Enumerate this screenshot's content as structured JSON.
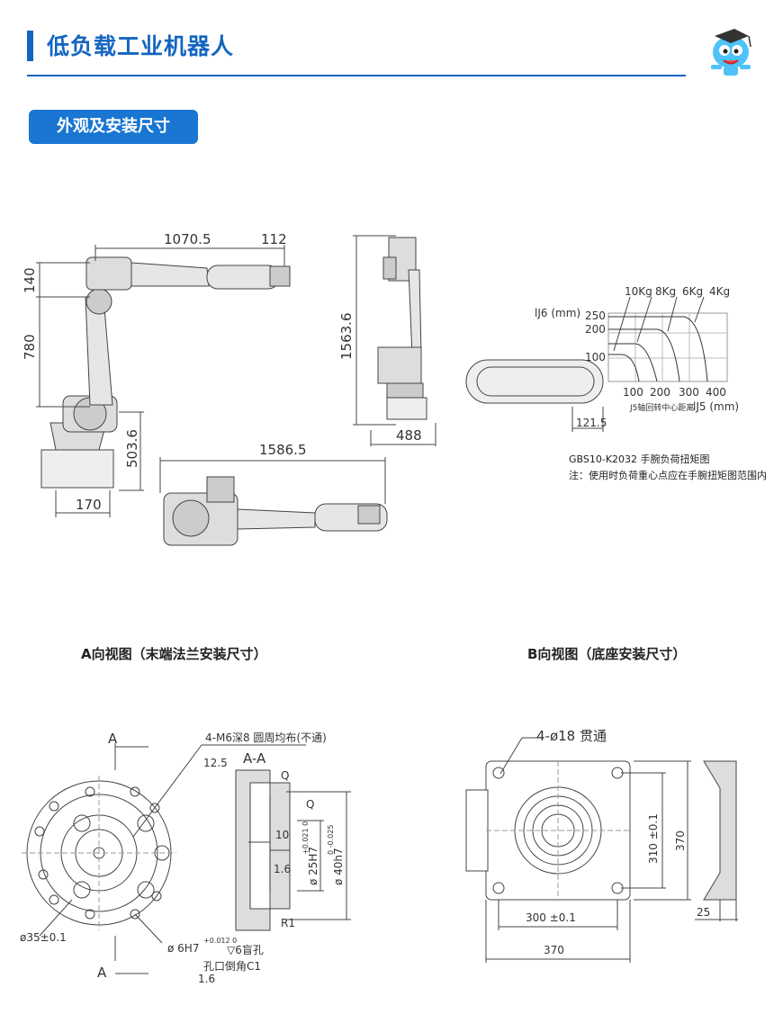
{
  "header": {
    "title": "低负载工业机器人",
    "accent": "#1565c0"
  },
  "section": {
    "label": "外观及安装尺寸",
    "color": "#1976d2"
  },
  "robot_dims": {
    "reach": "1070.5",
    "wrist": "112",
    "d140": "140",
    "d780": "780",
    "height": "1563.6",
    "base_h": "503.6",
    "base_w": "170",
    "top_len": "1586.5",
    "depth": "488"
  },
  "torque": {
    "y_label": "lJ6 (mm)",
    "y_ticks": [
      "250",
      "200",
      "100"
    ],
    "x_ticks": [
      "100",
      "200",
      "300",
      "400"
    ],
    "x_label": "lJ5 (mm)",
    "x_caption": "J5轴回转中心距离",
    "loads": [
      "10Kg",
      "8Kg",
      "6Kg",
      "4Kg"
    ],
    "offset": "121.5",
    "model_title": "GBS10-K2032 手腕负荷扭矩图",
    "note": "注：使用时负荷重心点应在手腕扭矩图范围内"
  },
  "view_a": {
    "caption": "A向视图（末端法兰安装尺寸）",
    "label_a": "A",
    "section": "A-A",
    "m6": "4-M6深8  圆周均布(不通)",
    "r125": "12.5",
    "q": "Q",
    "d10": "10",
    "d16": "1.6",
    "h7": "ø 25H7",
    "h7_tol": "+0.021 0",
    "h7b": "ø 40h7",
    "h7b_tol": "0 -0.025",
    "r1": "R1",
    "d35": "ø35±0.1",
    "d6h7": "ø 6H7",
    "d6h7_tol": "+0.012 0",
    "deep6": "▽6盲孔",
    "chamfer": "孔口倒角C1",
    "d16b": "1.6"
  },
  "view_b": {
    "caption": "B向视图（底座安装尺寸）",
    "holes": "4-ø18  贯通",
    "d310": "310 ±0.1",
    "d370v": "370",
    "d300": "300 ±0.1",
    "d370": "370",
    "d25": "25"
  }
}
